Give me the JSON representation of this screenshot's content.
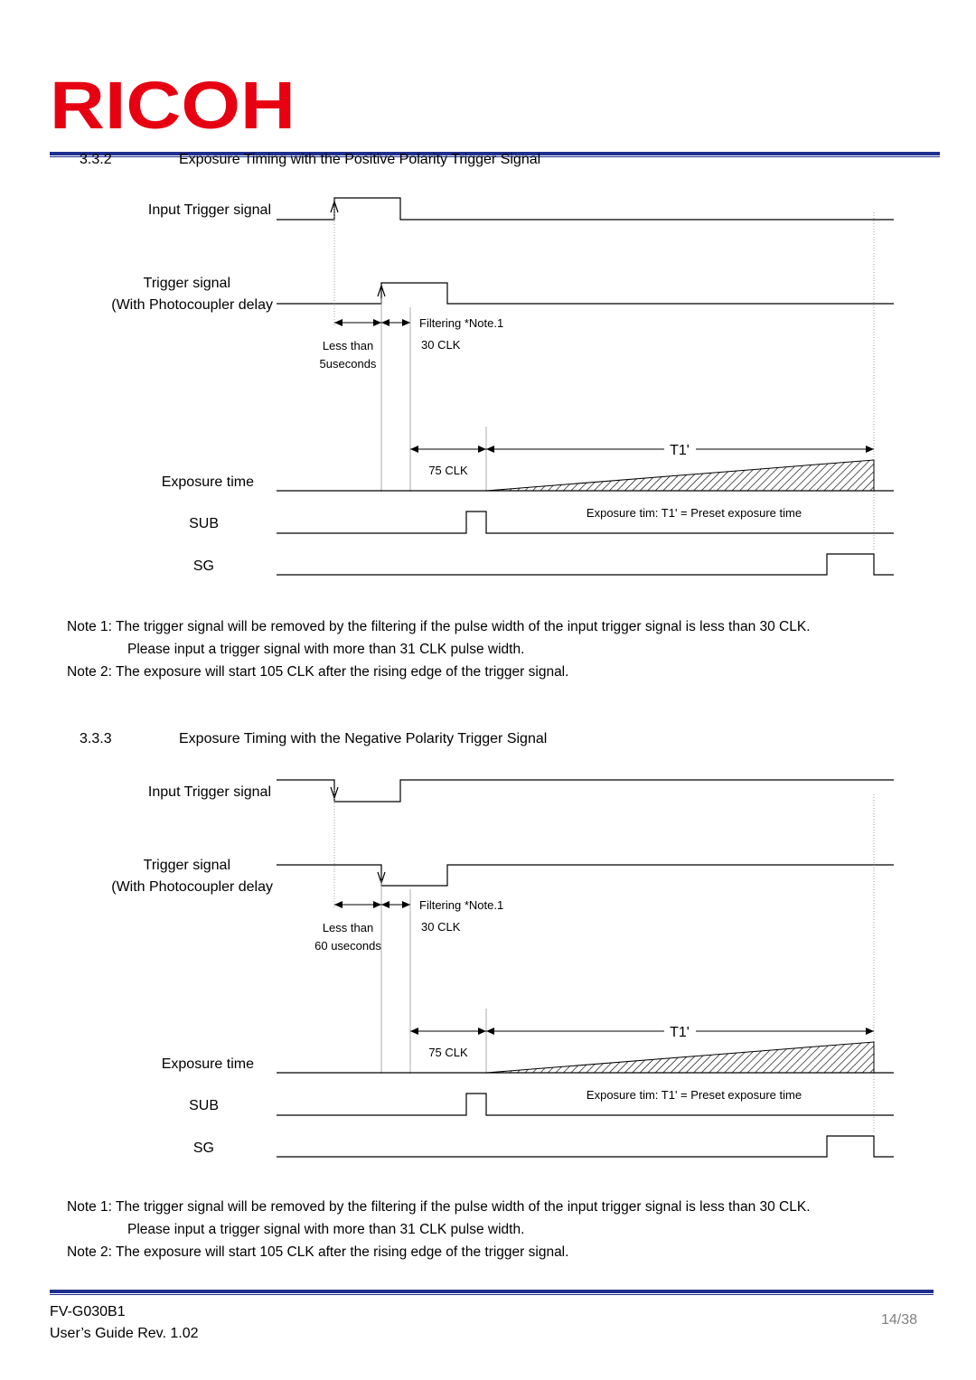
{
  "header": {
    "logo_text": "RICOH",
    "brand_color": "#e60012",
    "rule_color": "#1f2f8f"
  },
  "sections": [
    {
      "number": "3.3.2",
      "title": "Exposure Timing with the Positive Polarity Trigger Signal",
      "polarity": "positive",
      "labels": {
        "input_trigger": "Input Trigger signal",
        "trigger": "Trigger signal",
        "photocoupler": "(With Photocoupler delay",
        "exposure": "Exposure time",
        "sub": "SUB",
        "sg": "SG",
        "filtering": "Filtering *Note.1",
        "less_than": "Less than",
        "delay_value": "5useconds",
        "clk30": "30 CLK",
        "clk75": "75 CLK",
        "t1": "T1'",
        "exposure_note": "Exposure tim: T1' = Preset exposure time"
      },
      "notes": [
        "Note 1: The trigger signal will be removed by the filtering if the pulse width of the input trigger signal is less than 30 CLK.",
        "Please input a trigger signal with more than 31 CLK pulse width.",
        "Note 2: The exposure will start 105 CLK after the rising edge of the trigger signal."
      ]
    },
    {
      "number": "3.3.3",
      "title": "Exposure Timing with the Negative Polarity Trigger Signal",
      "polarity": "negative",
      "labels": {
        "input_trigger": "Input Trigger signal",
        "trigger": "Trigger signal",
        "photocoupler": "(With Photocoupler delay",
        "exposure": "Exposure time",
        "sub": "SUB",
        "sg": "SG",
        "filtering": "Filtering *Note.1",
        "less_than": "Less than",
        "delay_value": "60 useconds",
        "clk30": "30 CLK",
        "clk75": "75 CLK",
        "t1": "T1'",
        "exposure_note": "Exposure tim: T1' = Preset exposure time"
      },
      "notes": [
        "Note 1: The trigger signal will be removed by the filtering if the pulse width of the input trigger signal is less than 30 CLK.",
        "Please input a trigger signal with more than 31 CLK pulse width.",
        "Note 2: The exposure will start 105 CLK after the rising edge of the trigger signal."
      ]
    }
  ],
  "footer": {
    "model": "FV-G030B1",
    "guide": "User’s Guide Rev. 1.02",
    "page": "14/38"
  }
}
